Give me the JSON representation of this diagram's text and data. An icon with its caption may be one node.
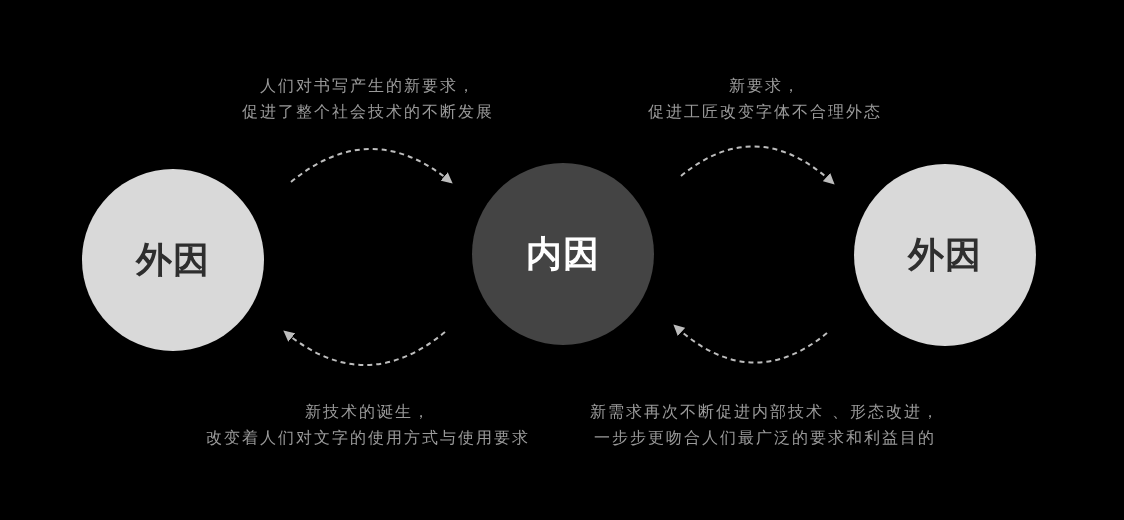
{
  "diagram": {
    "nodes": [
      {
        "text": [
          "外因"
        ]
      },
      {
        "text": [
          "内因"
        ]
      },
      {
        "text": [
          "外因"
        ]
      }
    ],
    "edges": [
      {
        "from": 0,
        "to": 1,
        "arrow": "to",
        "style": "dashed",
        "label": "人们对书写产生的新要求，促进了整个社会技术的不断发展"
      },
      {
        "from": 1,
        "to": 0,
        "arrow": "to",
        "style": "dashed",
        "label": "新技术的诞生，改变着人们对文字的使用方式与使用要求"
      },
      {
        "from": 1,
        "to": 2,
        "arrow": "to",
        "style": "dashed",
        "label": "新要求，促进工匠改变字体不合理外态"
      },
      {
        "from": 2,
        "to": 1,
        "arrow": "to",
        "style": "dashed",
        "label": "新需求再次不断促进内部技术 、形态改进，一步步更吻合人们最广泛的要求和利益目的"
      }
    ]
  }
}
